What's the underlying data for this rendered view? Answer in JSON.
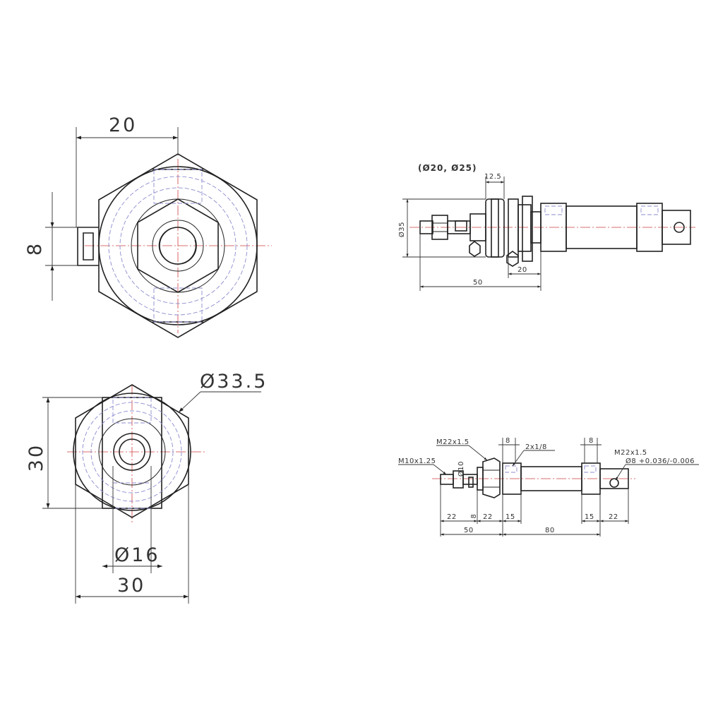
{
  "views": {
    "top_left": {
      "dim_width": "20",
      "dim_slot": "8"
    },
    "bottom_left": {
      "dim_diameter_outer": "Ø33.5",
      "dim_height": "30",
      "dim_bore": "Ø16",
      "dim_width": "30"
    },
    "top_right": {
      "note": "(Ø20, Ø25)",
      "dim_nut": "12.5",
      "dim_dia": "Ø35",
      "dim_mount": "20",
      "dim_length": "50"
    },
    "bottom_right": {
      "thread_front": "M22x1.5",
      "thread_rod": "M10x1.25",
      "dim_rod_dia": "Ø10",
      "dim_8_a": "8",
      "dim_8_b": "8",
      "port": "2x1/8",
      "dim_8_c": "8",
      "thread_rear": "M22x1.5",
      "pin_tolerance": "Ø8 +0.036/-0.006",
      "dim_22_a": "22",
      "dim_22_b": "22",
      "dim_15_a": "15",
      "dim_15_b": "15",
      "dim_22_c": "22",
      "dim_50": "50",
      "dim_80": "80"
    }
  }
}
